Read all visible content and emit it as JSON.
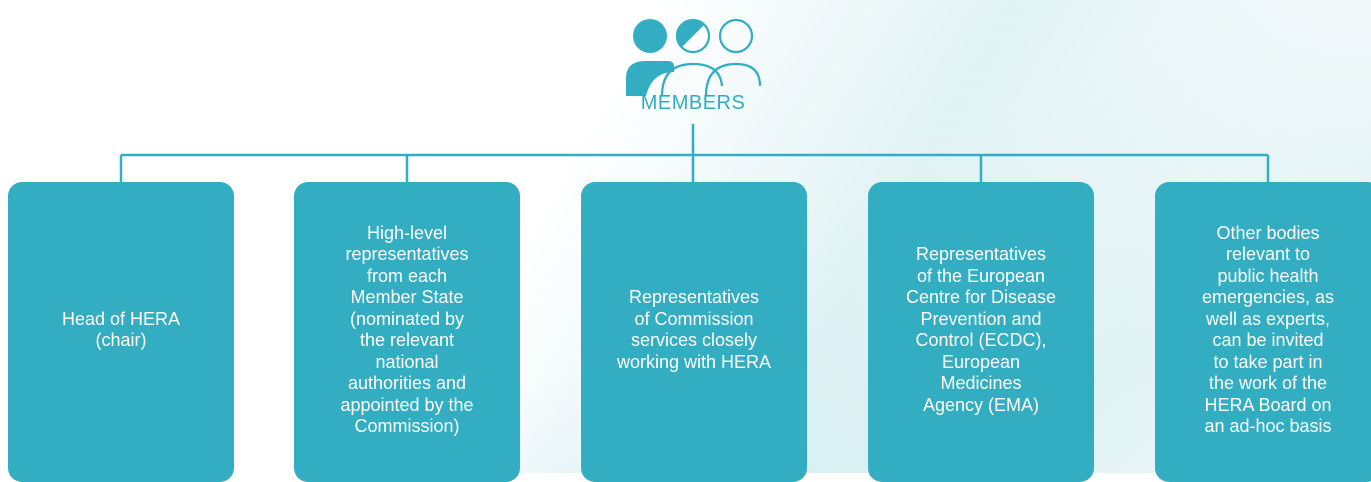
{
  "title": "MEMBERS",
  "icon": "members-group-icon",
  "colors": {
    "accent": "#33adc2",
    "text_on_box": "#ffffff",
    "title": "#2faec2"
  },
  "members": [
    {
      "text": "Head of HERA\n(chair)"
    },
    {
      "text": "High-level\nrepresentatives\nfrom each\nMember State\n(nominated by\nthe relevant\nnational\nauthorities and\nappointed by the\nCommission)"
    },
    {
      "text": "Representatives\nof Commission\nservices closely\nworking with HERA"
    },
    {
      "text": "Representatives\nof the European\nCentre for Disease\nPrevention and\nControl (ECDC),\nEuropean\nMedicines\nAgency (EMA)"
    },
    {
      "text": "Other bodies\nrelevant to\npublic health\nemergencies, as\nwell as experts,\ncan be invited\nto take part in\nthe work of the\nHERA Board on\nan ad-hoc basis"
    }
  ]
}
